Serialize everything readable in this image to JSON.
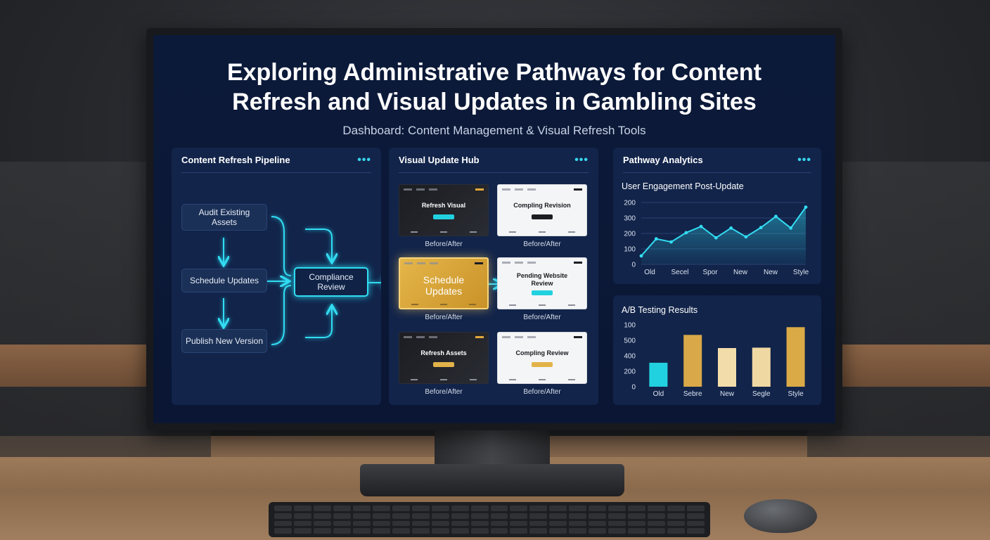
{
  "screen": {
    "title_line1": "Exploring Administrative Pathways for Content",
    "title_line2": "Refresh and Visual Updates in Gambling Sites",
    "subtitle": "Dashboard: Content Management & Visual Refresh Tools"
  },
  "pipeline": {
    "title": "Content Refresh Pipeline",
    "menu": "•••",
    "nodes": {
      "audit_line1": "Audit Existing",
      "audit_line2": "Assets",
      "schedule": "Schedule Updates",
      "publish": "Publish New Version",
      "compliance_line1": "Compliance",
      "compliance_line2": "Review"
    }
  },
  "visual_hub": {
    "title": "Visual Update Hub",
    "menu": "•••",
    "thumbnails": [
      {
        "theme": "dark",
        "headline": "Refresh Visual",
        "label": "Before/After"
      },
      {
        "theme": "light",
        "headline": "Compling Revision",
        "label": "Before/After"
      },
      {
        "theme": "gold",
        "headline_line1": "Schedule",
        "headline_line2": "Updates",
        "label": "Before/After"
      },
      {
        "theme": "light",
        "headline_line1": "Pending Website",
        "headline_line2": "Review",
        "label": "Before/After"
      },
      {
        "theme": "dark",
        "headline": "Refresh Assets",
        "label": "Before/After"
      },
      {
        "theme": "light",
        "headline": "Compling Review",
        "label": "Before/After"
      }
    ]
  },
  "analytics": {
    "title": "Pathway Analytics",
    "menu": "•••"
  },
  "colors": {
    "accent_cyan": "#32dcf2",
    "gold": "#e2b24a",
    "panel": "#12244a",
    "screen_bg": "#0c1a3a"
  },
  "chart_data": [
    {
      "type": "area",
      "title": "User Engagement Post-Update",
      "categories": [
        "Old",
        "Secel",
        "Spor",
        "New",
        "New",
        "Style"
      ],
      "y_tick_labels": [
        "0",
        "100",
        "200",
        "300",
        "200"
      ],
      "ylim": [
        0,
        400
      ],
      "x": [
        0,
        1,
        2,
        3,
        4,
        5,
        6,
        7,
        8,
        9,
        10,
        11
      ],
      "values": [
        55,
        165,
        145,
        205,
        245,
        172,
        235,
        178,
        238,
        310,
        235,
        370
      ],
      "grid": true,
      "legend": "none"
    },
    {
      "type": "bar",
      "title": "A/B Testing Results",
      "categories": [
        "Old",
        "Sebre",
        "New",
        "Segle",
        "Style"
      ],
      "y_tick_labels": [
        "0",
        "200",
        "400",
        "500",
        "100"
      ],
      "ylim": [
        0,
        800
      ],
      "values": [
        310,
        670,
        500,
        505,
        770
      ],
      "bar_colors": [
        "#22d1e0",
        "#d9a848",
        "#f2dcaa",
        "#f0d8a3",
        "#d9aa46"
      ],
      "grid": false,
      "legend": "none"
    }
  ]
}
